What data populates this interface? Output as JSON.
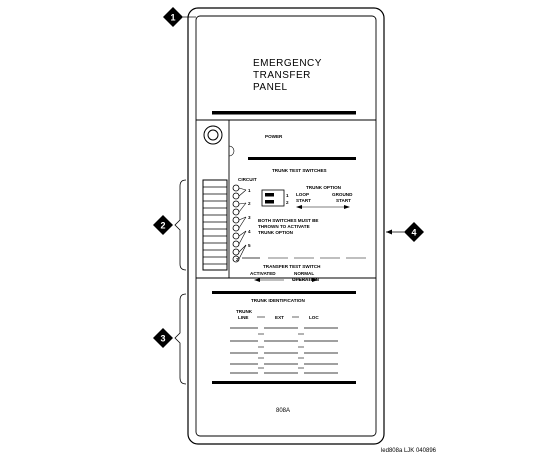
{
  "panel": {
    "title_lines": [
      "EMERGENCY",
      "TRANSFER",
      "PANEL"
    ],
    "power_label": "POWER",
    "trunk_test_switches_label": "TRUNK TEST SWITCHES",
    "circuit_label": "CIRCUIT",
    "circuit_numbers": [
      "1",
      "2",
      "3",
      "4",
      "5"
    ],
    "trunk_option_label": "TRUNK OPTION",
    "loop_start_label": [
      "LOOP",
      "START"
    ],
    "ground_start_label": [
      "GROUND",
      "START"
    ],
    "both_switches_lines": [
      "BOTH SWITCHES MUST BE",
      "THROWN TO ACTIVATE",
      "TRUNK OPTION"
    ],
    "transfer_test_switch_label": "TRANSFER TEST SWITCH",
    "activated_label": "ACTIVATED",
    "normal_operation_label": [
      "NORMAL",
      "OPERATION"
    ],
    "trunk_identification_label": "TRUNK IDENTIFICATION",
    "trunk_line_label": [
      "TRUNK",
      "LINE"
    ],
    "ext_label": "EXT",
    "loc_label": "LOC",
    "model_label": "808A"
  },
  "callouts": [
    "1",
    "2",
    "3",
    "4"
  ],
  "figure_id": "led808a LJK 040896"
}
